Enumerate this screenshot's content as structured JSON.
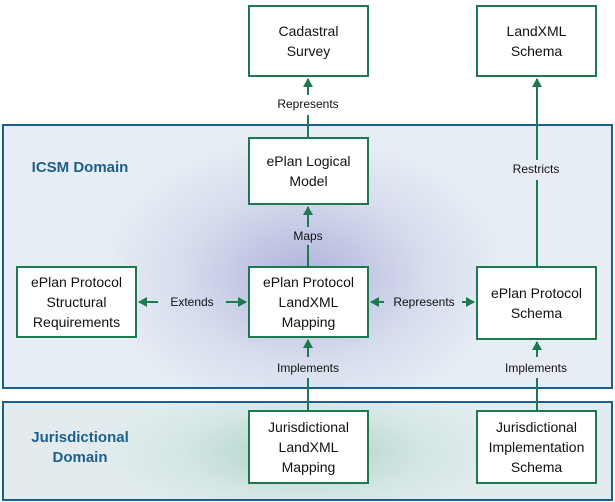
{
  "regions": {
    "icsm": "ICSM Domain",
    "jurisdictional": "Jurisdictional\nDomain"
  },
  "nodes": {
    "cadastral_survey": "Cadastral\nSurvey",
    "landxml_schema": "LandXML\nSchema",
    "logical_model": "ePlan Logical\nModel",
    "structural_requirements": "ePlan Protocol\nStructural\nRequirements",
    "protocol_mapping": "ePlan Protocol\nLandXML\nMapping",
    "protocol_schema": "ePlan Protocol\nSchema",
    "jurisdictional_mapping": "Jurisdictional\nLandXML\nMapping",
    "jurisdictional_schema": "Jurisdictional\nImplementation\nSchema"
  },
  "edges": {
    "represents_top": "Represents",
    "restricts": "Restricts",
    "maps": "Maps",
    "extends": "Extends",
    "represents_mid": "Represents",
    "implements_left": "Implements",
    "implements_right": "Implements"
  },
  "colors": {
    "region_border": "#1c5f8c",
    "node_border": "#1e7a4e",
    "arrow": "#1e7a4e"
  }
}
